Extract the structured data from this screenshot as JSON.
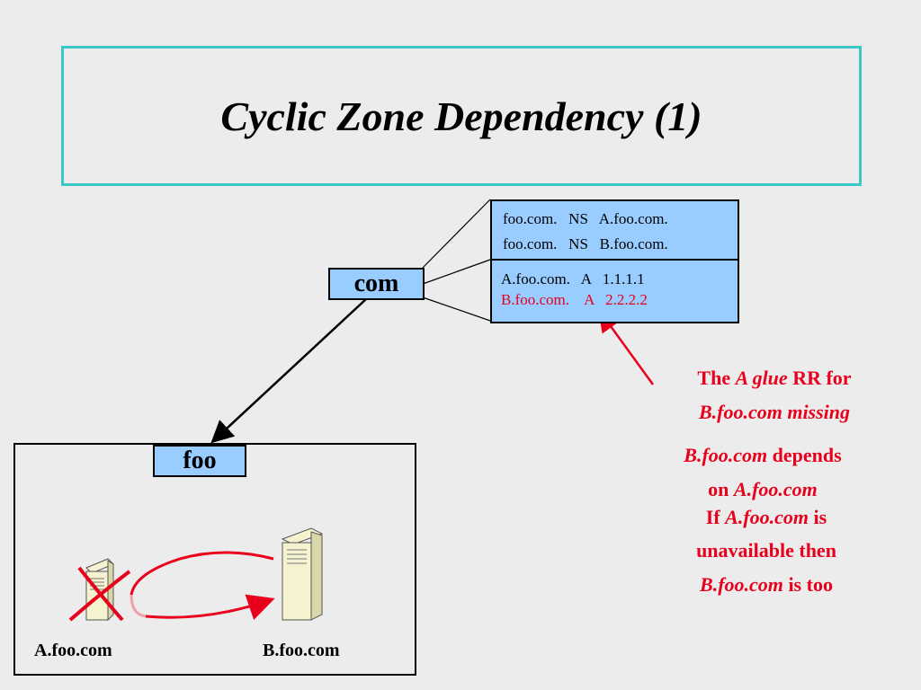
{
  "title": "Cyclic Zone Dependency (1)",
  "com_label": "com",
  "foo_label": "foo",
  "ns_records": [
    "foo.com.   NS   A.foo.com.",
    "foo.com.   NS   B.foo.com."
  ],
  "glue_records": [
    "A.foo.com.   A   1.1.1.1",
    "B.foo.com.    A   2.2.2.2"
  ],
  "hosts": {
    "a": "A.foo.com",
    "b": "B.foo.com"
  },
  "note_glue": {
    "l1_a": "The ",
    "l1_b": "A glue",
    "l1_c": " RR  for",
    "l2": "B.foo.com missing"
  },
  "note_depends": {
    "l1_a": "B.foo.com",
    "l1_b": " depends",
    "l2_a": "on ",
    "l2_b": "A.foo.com"
  },
  "note_unavailable": {
    "l1_a": "If ",
    "l1_b": "A.foo.com",
    "l1_c": " is",
    "l2": "unavailable then",
    "l3_a": "B.foo.com",
    "l3_b": " is too"
  },
  "colors": {
    "title_border": "#3cc8c8",
    "box_fill": "#99ccff",
    "highlight": "#e8001c",
    "background": "#ececec"
  }
}
